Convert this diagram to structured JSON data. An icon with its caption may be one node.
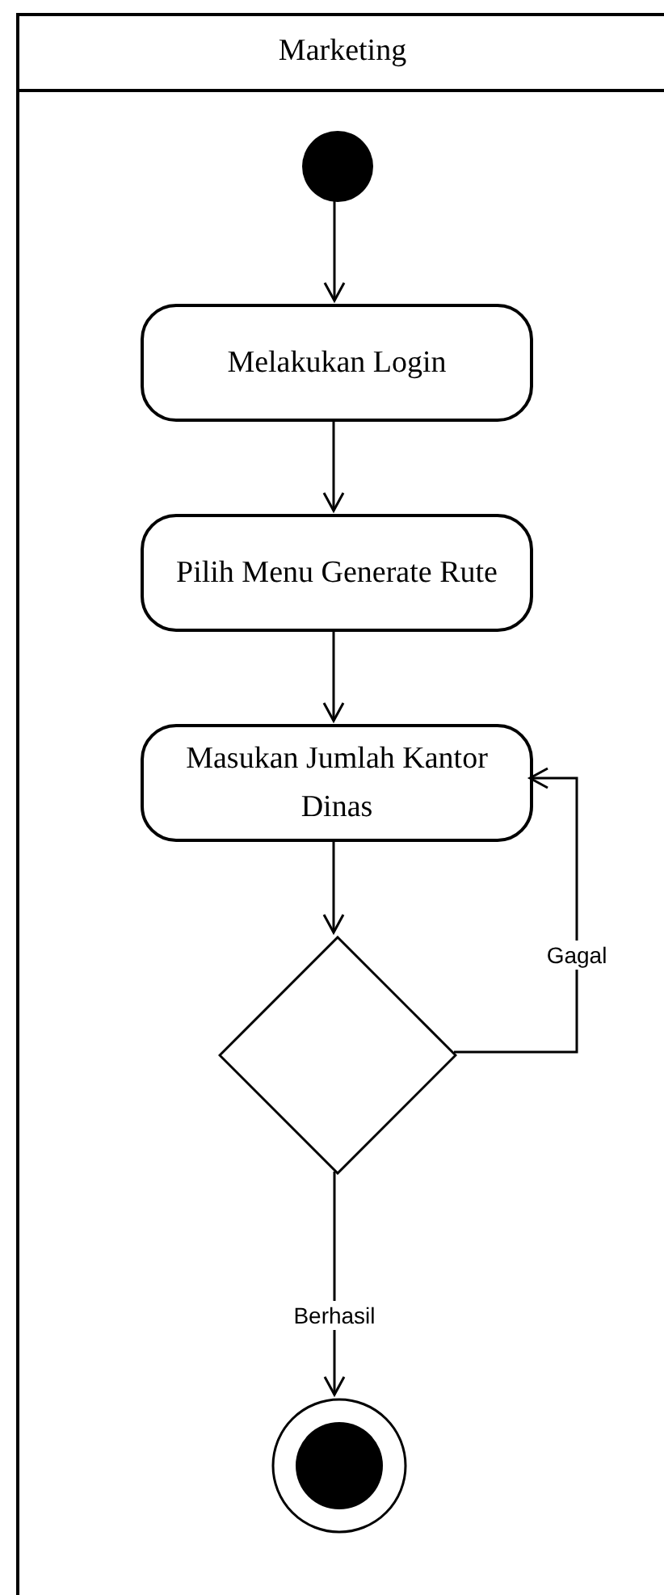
{
  "diagram": {
    "nodes": [
      {
        "text": [
          "Marketing"
        ]
      },
      {
        "text": [],
        "shape": "circle",
        "in": 0
      },
      {
        "text": [
          "Melakukan Login"
        ],
        "in": 0
      },
      {
        "text": [
          "Pilih Menu Generate Rute"
        ],
        "in": 0
      },
      {
        "text": [
          "Masukan Jumlah Kantor Dinas"
        ],
        "in": 0
      },
      {
        "text": [],
        "shape": "diamond",
        "in": 0
      },
      {
        "text": [],
        "shape": "bullseye",
        "in": 0
      }
    ],
    "edges": [
      {
        "from": 1,
        "to": 2,
        "arrow": "to"
      },
      {
        "from": 2,
        "to": 3,
        "arrow": "to"
      },
      {
        "from": 3,
        "to": 4,
        "arrow": "to"
      },
      {
        "from": 4,
        "to": 5,
        "arrow": "to"
      },
      {
        "from": 5,
        "to": 4,
        "arrow": "to",
        "label": "Gagal"
      },
      {
        "from": 5,
        "to": 6,
        "arrow": "to",
        "label": "Berhasil"
      }
    ]
  }
}
